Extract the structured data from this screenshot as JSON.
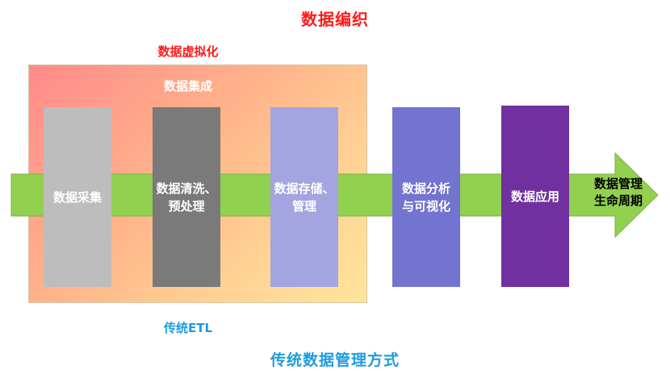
{
  "labels": {
    "data_weaving": "数据编织",
    "data_virtualization": "数据虚拟化",
    "data_integration": "数据集成",
    "traditional_etl": "传统ETL",
    "traditional_management": "传统数据管理方式",
    "lifecycle": "数据管理\n生命周期"
  },
  "stages": [
    {
      "label": "数据采集",
      "color": "#bdbdbd"
    },
    {
      "label": "数据清洗、\n预处理",
      "color": "#7a7a7a"
    },
    {
      "label": "数据存储、\n管理",
      "color": "#a4a4e0"
    },
    {
      "label": "数据分析\n与可视化",
      "color": "#7373d0"
    },
    {
      "label": "数据应用",
      "color": "#7030a0"
    }
  ],
  "colors": {
    "arrow": "#92d050",
    "title_red": "#ff1a1a",
    "title_blue": "#1f9bde"
  }
}
